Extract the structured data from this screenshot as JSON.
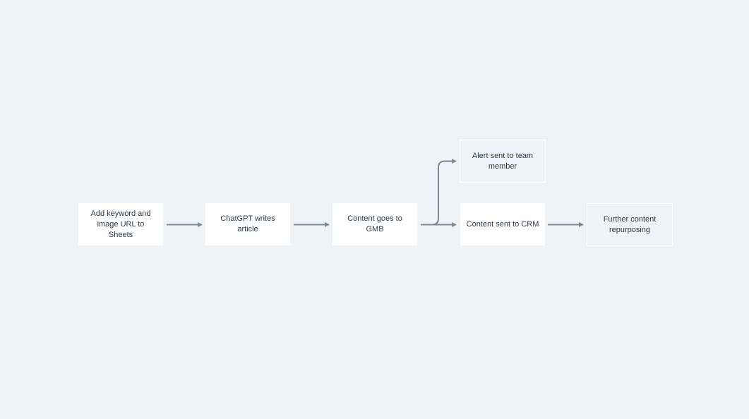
{
  "colors": {
    "background": "#eff3f6",
    "node_fill": "#ffffff",
    "node_text": "#2c3a46",
    "edge": "#7d8a95"
  },
  "nodes": {
    "add_keyword": "Add keyword and image URL to Sheets",
    "chatgpt": "ChatGPT writes article",
    "gmb": "Content goes to GMB",
    "alert": "Alert sent to team member",
    "crm": "Content sent to CRM",
    "repurpose": "Further content repurposing"
  },
  "edges": [
    {
      "from": "add_keyword",
      "to": "chatgpt"
    },
    {
      "from": "chatgpt",
      "to": "gmb"
    },
    {
      "from": "gmb",
      "to": "alert"
    },
    {
      "from": "gmb",
      "to": "crm"
    },
    {
      "from": "crm",
      "to": "repurpose"
    }
  ]
}
